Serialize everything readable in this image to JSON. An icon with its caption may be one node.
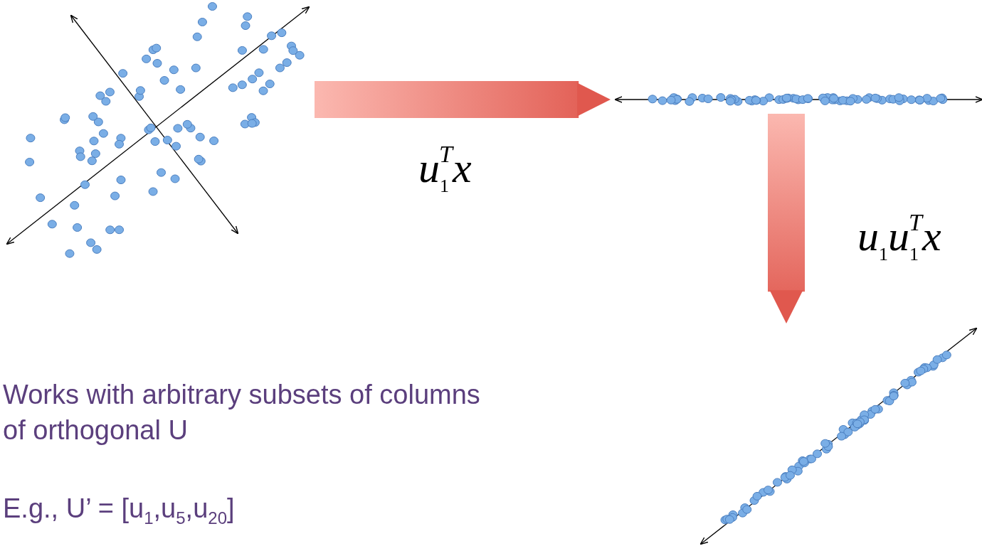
{
  "diagram": {
    "nodes": [
      {
        "text": [],
        "shape": "picture"
      },
      {
        "text": [],
        "shape": "picture"
      },
      {
        "text": [],
        "shape": "picture"
      }
    ],
    "edges": [
      {
        "from": 0,
        "to": 1,
        "arrow": "to",
        "label": "u$_{1}$$^{T}$x"
      },
      {
        "from": 1,
        "to": 2,
        "arrow": "to",
        "label": "u$_{1}$u$_{1}$$^{T}$x"
      }
    ],
    "labels": [
      "Works with arbitrary subsets of columns of orthogonal U",
      "E.g., U’ = [u$_{1}$,u$_{5}$,u$_{20}$]"
    ]
  }
}
